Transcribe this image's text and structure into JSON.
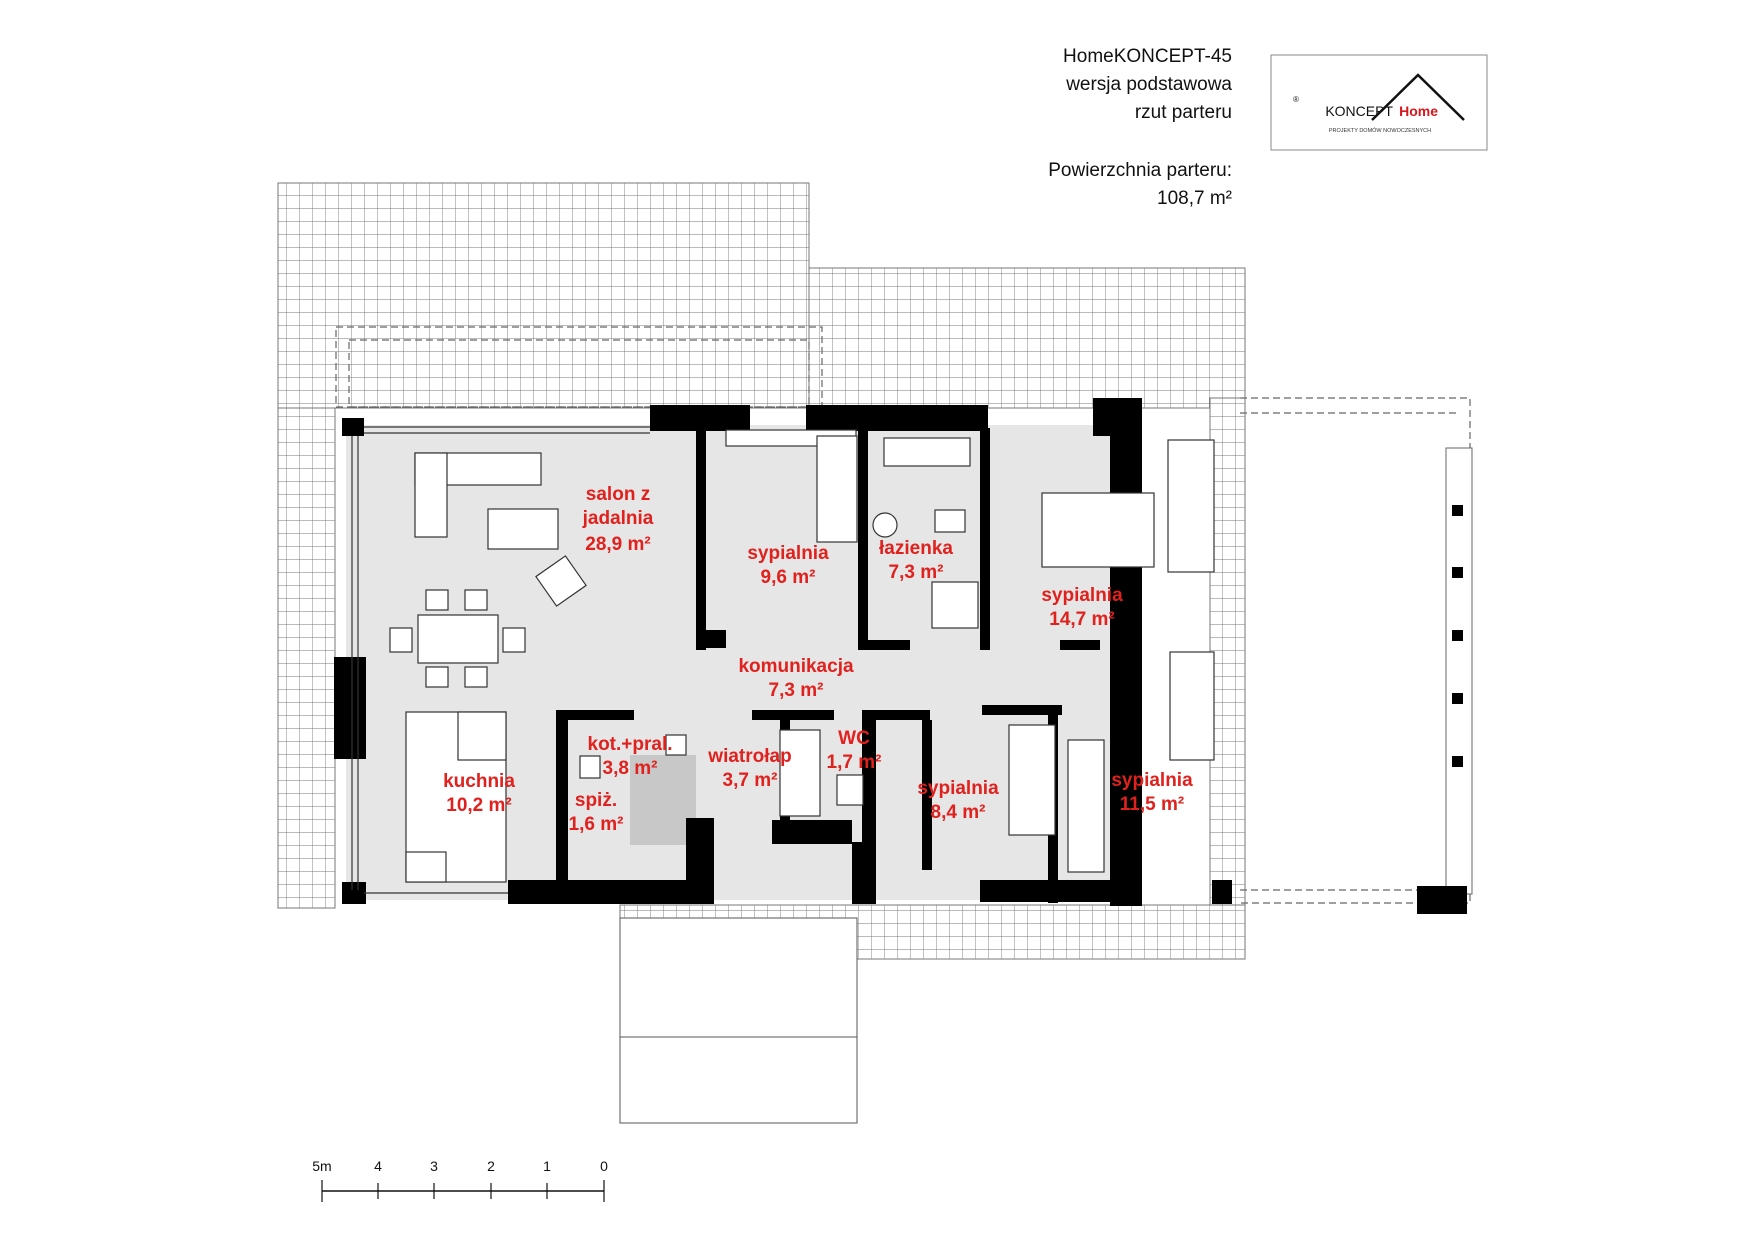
{
  "header": {
    "title": "HomeKONCEPT-45",
    "version": "wersja podstawowa",
    "view": "rzut parteru",
    "area_label": "Powierzchnia parteru:",
    "area_value": "108,7 m²"
  },
  "logo": {
    "brand_home": "Home",
    "brand_koncept": "KONCEPT",
    "tagline": "PROJEKTY DOMÓW NOWOCZESNYCH",
    "registered": "®"
  },
  "rooms": [
    {
      "name": "salon z",
      "name2": "jadalnia",
      "area": "28,9 m²"
    },
    {
      "name": "sypialnia",
      "area": "9,6 m²"
    },
    {
      "name": "łazienka",
      "area": "7,3 m²"
    },
    {
      "name": "sypialnia",
      "area": "14,7 m²"
    },
    {
      "name": "komunikacja",
      "area": "7,3 m²"
    },
    {
      "name": "kot.+pral.",
      "area": "3,8 m²"
    },
    {
      "name": "wiatrołap",
      "area": "3,7 m²"
    },
    {
      "name": "WC",
      "area": "1,7 m²"
    },
    {
      "name": "kuchnia",
      "area": "10,2 m²"
    },
    {
      "name": "spiż.",
      "area": "1,6 m²"
    },
    {
      "name": "sypialnia",
      "area": "8,4 m²"
    },
    {
      "name": "sypialnia",
      "area": "11,5 m²"
    }
  ],
  "scale": {
    "labels": [
      "0",
      "1",
      "2",
      "3",
      "4",
      "5m"
    ]
  },
  "colors": {
    "wall": "#000000",
    "floor": "#e6e6e6",
    "label": "#e0211d",
    "logo_red": "#d6171c"
  }
}
